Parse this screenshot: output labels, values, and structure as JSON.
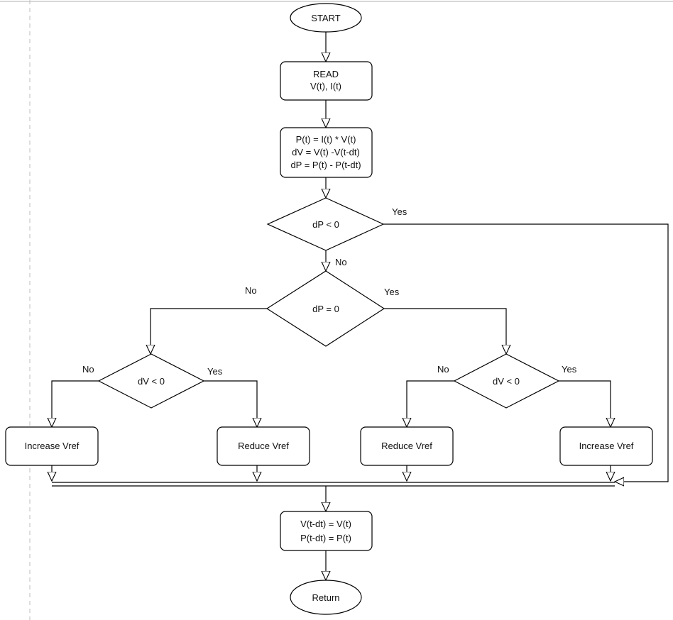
{
  "nodes": {
    "start": "START",
    "read": [
      "READ",
      "V(t), I(t)"
    ],
    "compute": [
      "P(t) = I(t) * V(t)",
      "dV = V(t) -V(t-dt)",
      "dP = P(t) - P(t-dt)"
    ],
    "dp_lt_0": "dP < 0",
    "dp_eq_0": "dP = 0",
    "dv_lt_0_left": "dV < 0",
    "dv_lt_0_right": "dV < 0",
    "increase_left": "Increase Vref",
    "reduce_left": "Reduce Vref",
    "reduce_right": "Reduce Vref",
    "increase_right": "Increase Vref",
    "update": [
      "V(t-dt) = V(t)",
      "P(t-dt) = P(t)"
    ],
    "return": "Return"
  },
  "edge_labels": {
    "dp_lt_0_yes": "Yes",
    "dp_lt_0_no": "No",
    "dp_eq_0_no": "No",
    "dp_eq_0_yes": "Yes",
    "left_dv_no": "No",
    "left_dv_yes": "Yes",
    "right_dv_no": "No",
    "right_dv_yes": "Yes"
  }
}
